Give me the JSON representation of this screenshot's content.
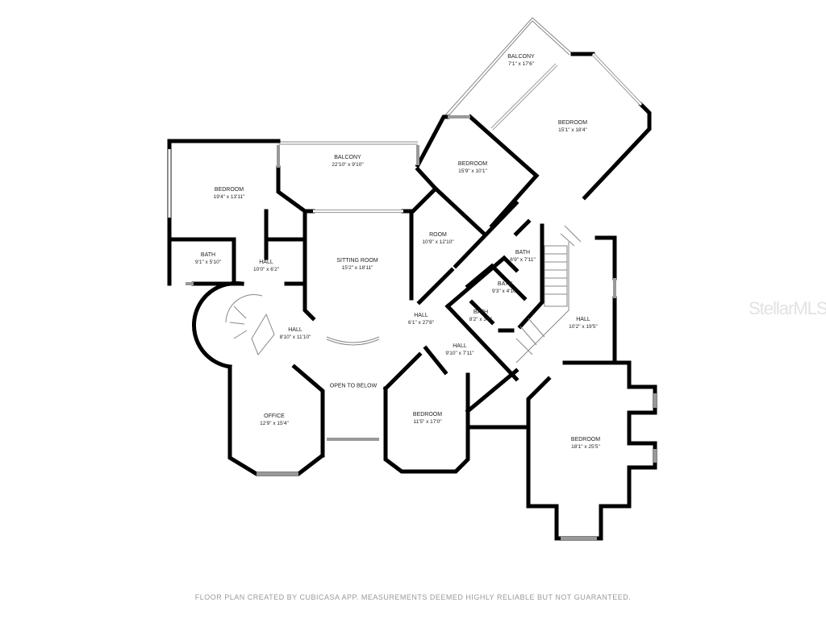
{
  "rooms": [
    {
      "name": "BALCONY",
      "dims": "7'1\" x 17'6\""
    },
    {
      "name": "BEDROOM",
      "dims": "15'1\" x 18'4\""
    },
    {
      "name": "BALCONY",
      "dims": "22'10\" x 9'10\""
    },
    {
      "name": "BEDROOM",
      "dims": "15'9\" x 10'1\""
    },
    {
      "name": "BEDROOM",
      "dims": "19'4\" x 13'11\""
    },
    {
      "name": "ROOM",
      "dims": "10'9\" x 12'10\""
    },
    {
      "name": "BATH",
      "dims": "9'1\" x 5'10\""
    },
    {
      "name": "HALL",
      "dims": "10'0\" x 6'2\""
    },
    {
      "name": "SITTING ROOM",
      "dims": "15'2\" x 18'11\""
    },
    {
      "name": "BATH",
      "dims": "6'9\" x 7'11\""
    },
    {
      "name": "BATH",
      "dims": "9'3\" x 4'10\""
    },
    {
      "name": "BATH",
      "dims": "8'2\" x 3'8\""
    },
    {
      "name": "HALL",
      "dims": "6'1\" x 27'8\""
    },
    {
      "name": "HALL",
      "dims": "10'2\" x 19'5\""
    },
    {
      "name": "HALL",
      "dims": "8'10\" x 11'10\""
    },
    {
      "name": "HALL",
      "dims": "9'10\" x 7'11\""
    },
    {
      "name": "OPEN TO BELOW",
      "dims": ""
    },
    {
      "name": "OFFICE",
      "dims": "12'9\" x 15'4\""
    },
    {
      "name": "BEDROOM",
      "dims": "11'5\" x 17'0\""
    },
    {
      "name": "BEDROOM",
      "dims": "18'1\" x 25'5\""
    }
  ],
  "watermark": "StellarMLS",
  "footer": "FLOOR PLAN CREATED BY CUBICASA APP. MEASUREMENTS DEEMED HIGHLY RELIABLE BUT NOT GUARANTEED.",
  "colors": {
    "wall": "#000000",
    "window": "#999999",
    "watermark": "#e2e2e2",
    "footer": "#999999"
  }
}
